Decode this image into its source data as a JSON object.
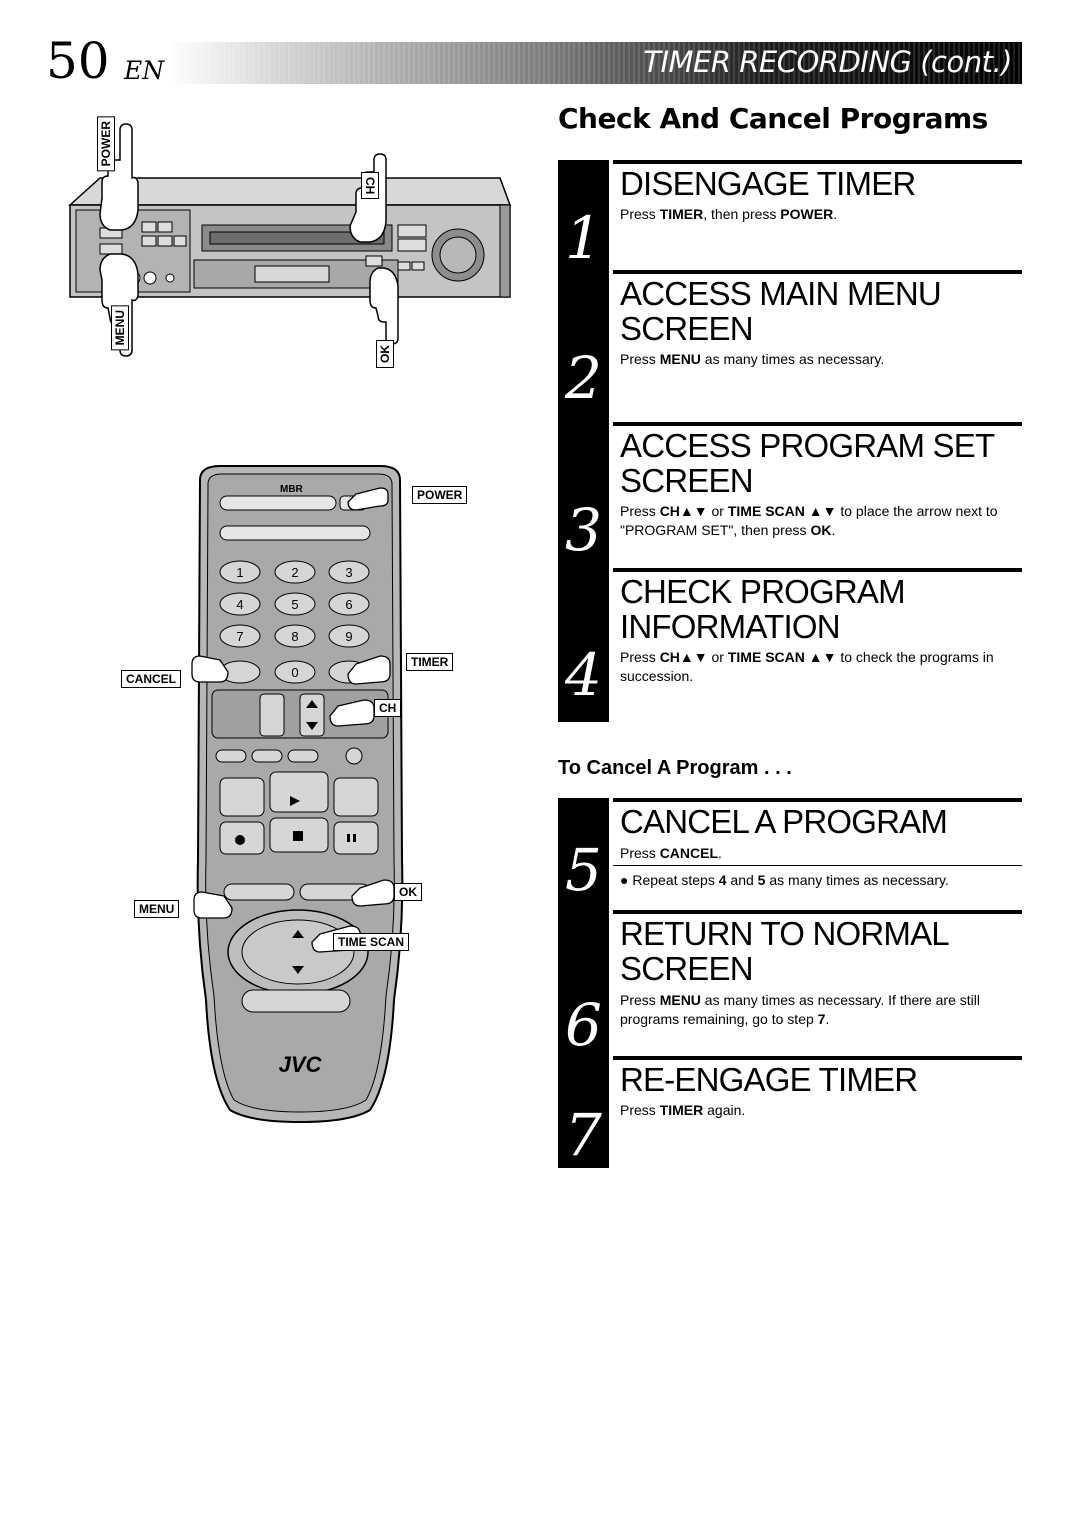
{
  "header": {
    "page_number": "50",
    "language": "EN",
    "section_title": "TIMER RECORDING (cont.)"
  },
  "subsection_title": "Check And Cancel Programs",
  "steps": [
    {
      "number": "1",
      "heading": "DISENGAGE TIMER",
      "text_parts": [
        "Press ",
        "TIMER",
        ", then press ",
        "POWER",
        "."
      ]
    },
    {
      "number": "2",
      "heading_line1": "ACCESS MAIN MENU",
      "heading_line2": "SCREEN",
      "text_parts": [
        "Press ",
        "MENU",
        " as many times as necessary."
      ]
    },
    {
      "number": "3",
      "heading_line1": "ACCESS PROGRAM SET",
      "heading_line2": "SCREEN",
      "text_parts": [
        "Press ",
        "CH▲▼",
        " or ",
        "TIME SCAN ▲▼",
        " to place the arrow next to \"PROGRAM SET\", then press ",
        "OK",
        "."
      ]
    },
    {
      "number": "4",
      "heading_line1": "CHECK PROGRAM",
      "heading_line2": "INFORMATION",
      "text_parts": [
        "Press ",
        "CH▲▼",
        " or ",
        "TIME SCAN ▲▼",
        " to check the programs in succession."
      ]
    },
    {
      "number": "5",
      "heading": "CANCEL A PROGRAM",
      "text_parts": [
        "Press ",
        "CANCEL",
        "."
      ],
      "bullet_parts": [
        "● Repeat steps ",
        "4",
        " and ",
        "5",
        " as many times as necessary."
      ]
    },
    {
      "number": "6",
      "heading_line1": "RETURN TO NORMAL",
      "heading_line2": "SCREEN",
      "text_parts": [
        "Press ",
        "MENU",
        " as many times as necessary. If there are still programs remaining, go to step ",
        "7",
        "."
      ]
    },
    {
      "number": "7",
      "heading": "RE-ENGAGE TIMER",
      "text_parts": [
        "Press ",
        "TIMER",
        " again."
      ]
    }
  ],
  "to_cancel_heading": "To Cancel A Program . . .",
  "vcr_labels": {
    "power": "POWER",
    "ch": "CH",
    "menu": "MENU",
    "ok": "OK"
  },
  "remote_labels": {
    "brand": "JVC",
    "power": "POWER",
    "timer": "TIMER",
    "cancel": "CANCEL",
    "ch": "CH",
    "ok": "OK",
    "menu": "MENU",
    "time_scan": "TIME SCAN",
    "keys": [
      "1",
      "2",
      "3",
      "4",
      "5",
      "6",
      "7",
      "8",
      "9",
      "0"
    ]
  }
}
